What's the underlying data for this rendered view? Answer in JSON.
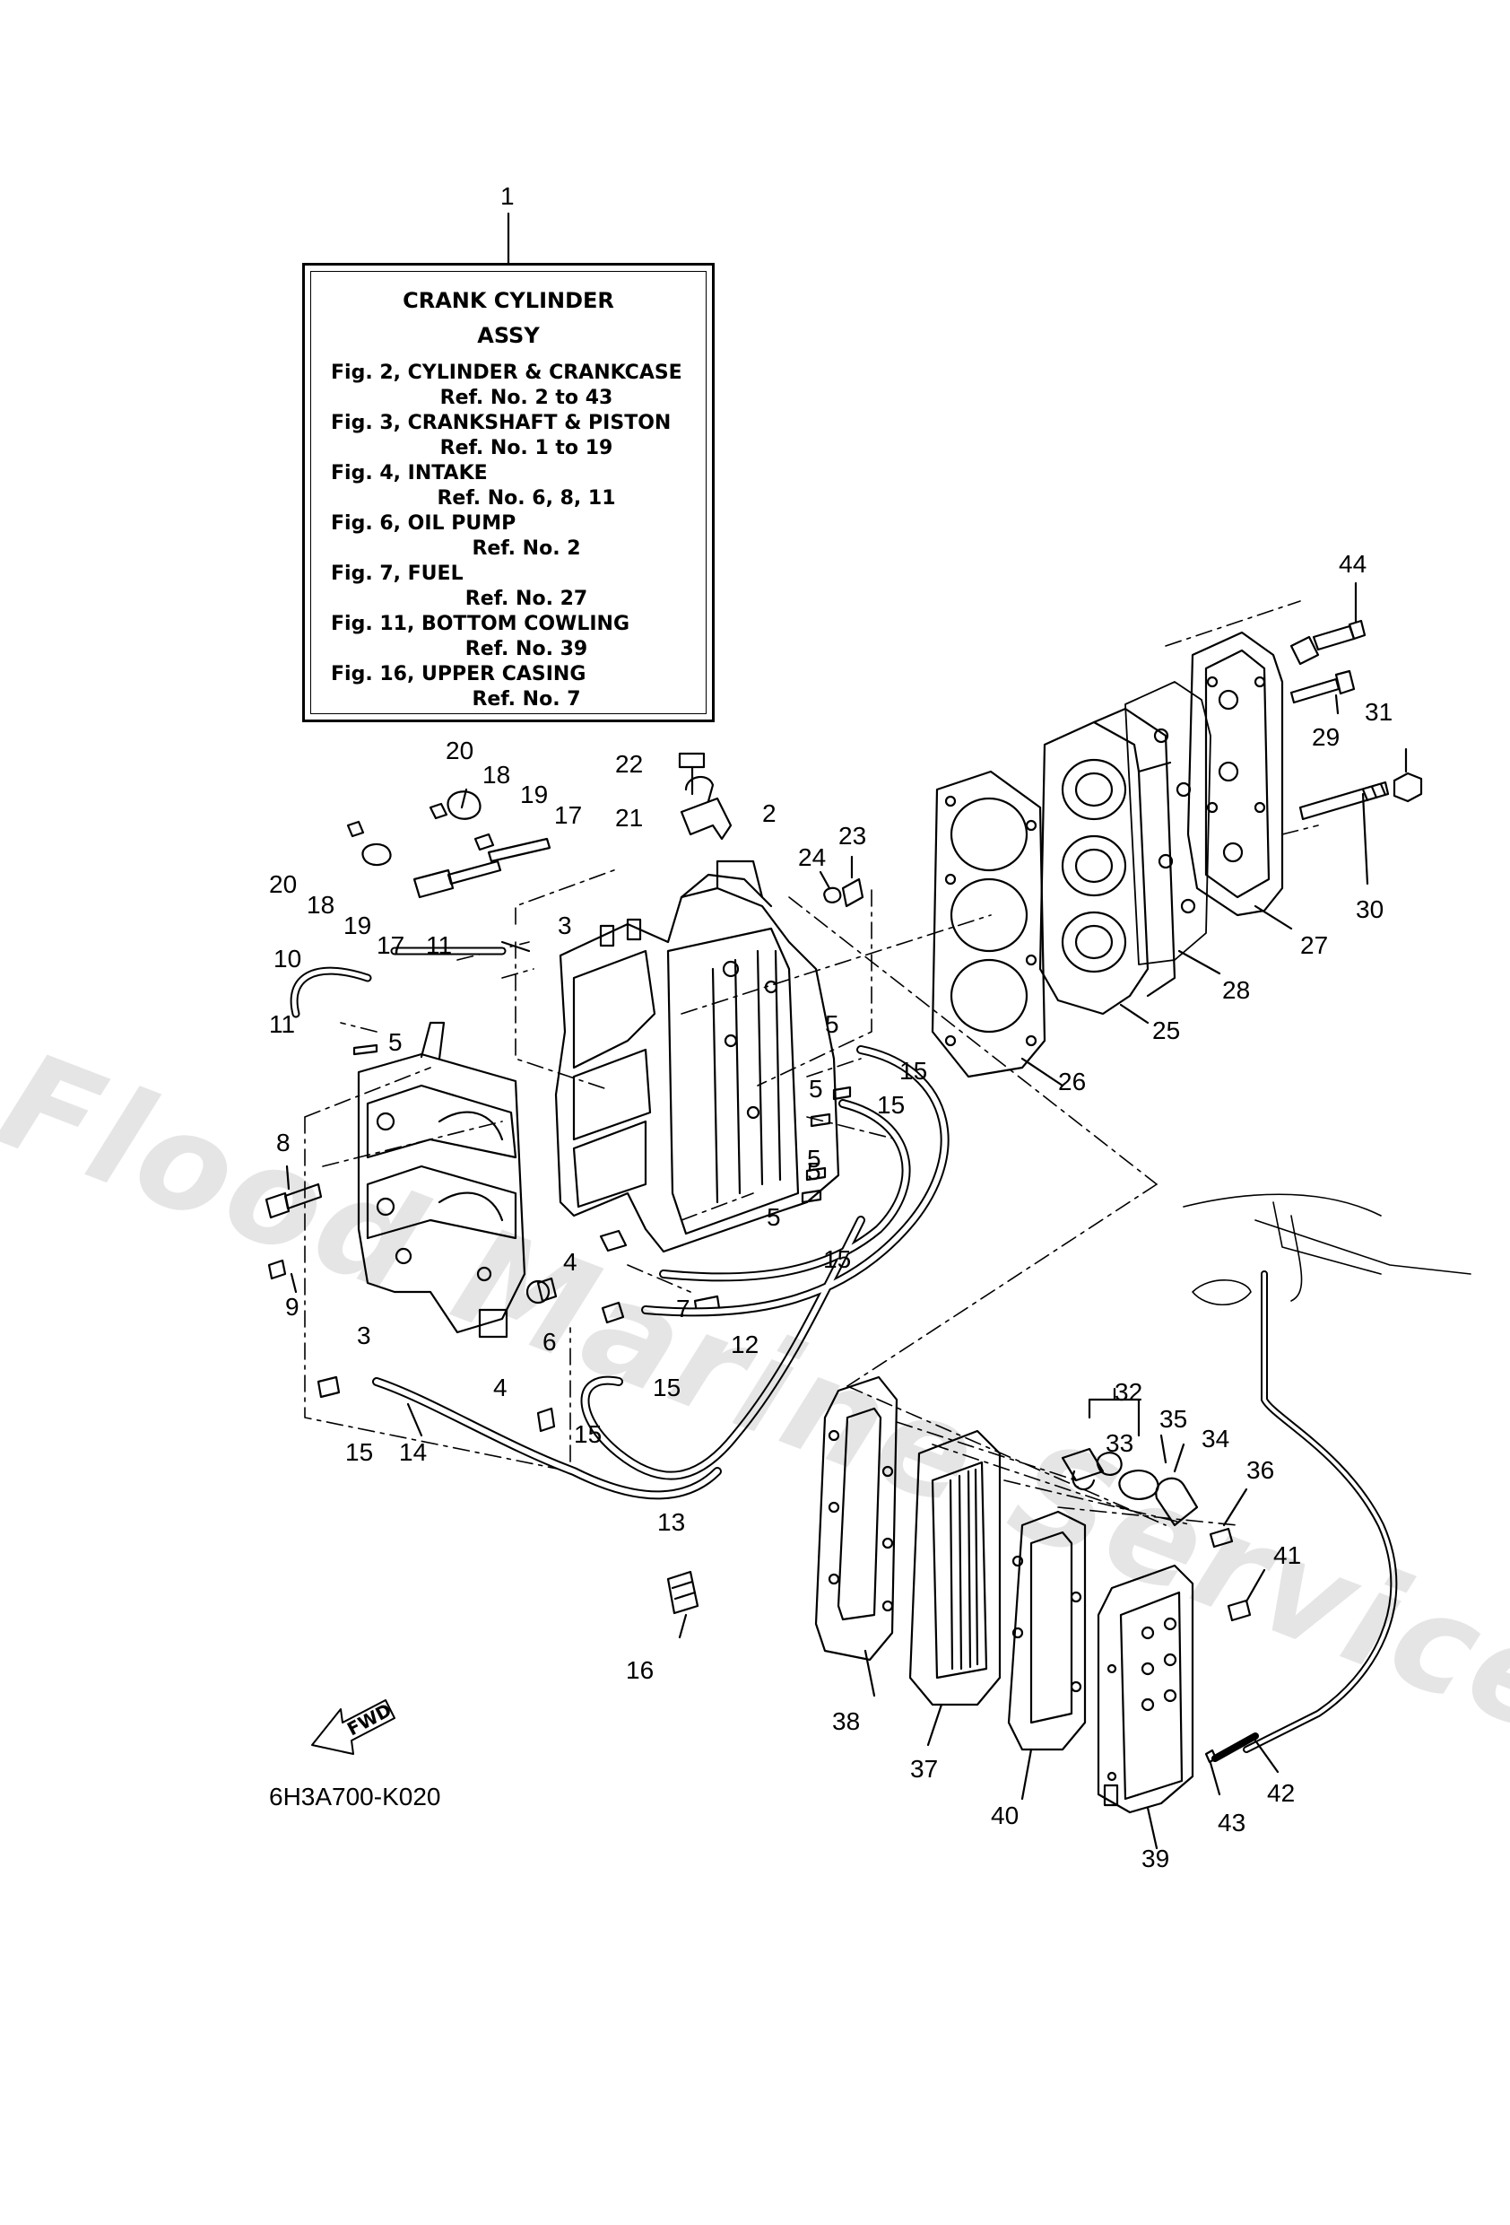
{
  "watermark": "Flood Marine Services",
  "info_box": {
    "title_line1": "CRANK  CYLINDER",
    "title_line2": "ASSY",
    "entries": [
      {
        "fig": "Fig. 2, CYLINDER & CRANKCASE",
        "ref": "Ref. No. 2 to 43"
      },
      {
        "fig": "Fig. 3, CRANKSHAFT & PISTON",
        "ref": "Ref. No. 1 to 19"
      },
      {
        "fig": "Fig. 4, INTAKE",
        "ref": "Ref. No. 6, 8, 11"
      },
      {
        "fig": "Fig. 6, OIL PUMP",
        "ref": "Ref. No. 2"
      },
      {
        "fig": "Fig. 7, FUEL",
        "ref": "Ref. No. 27"
      },
      {
        "fig": "Fig. 11, BOTTOM COWLING",
        "ref": "Ref. No. 39"
      },
      {
        "fig": "Fig. 16, UPPER CASING",
        "ref": "Ref. No. 7"
      }
    ]
  },
  "callouts": [
    "1",
    "20",
    "18",
    "19",
    "17",
    "20",
    "18",
    "19",
    "17",
    "22",
    "21",
    "2",
    "24",
    "23",
    "3",
    "11",
    "10",
    "11",
    "5",
    "5",
    "5",
    "5",
    "5",
    "5",
    "15",
    "15",
    "15",
    "8",
    "9",
    "4",
    "7",
    "6",
    "3",
    "12",
    "15",
    "4",
    "15",
    "15",
    "14",
    "13",
    "16",
    "44",
    "29",
    "31",
    "30",
    "27",
    "28",
    "25",
    "26",
    "32",
    "33",
    "35",
    "34",
    "36",
    "41",
    "38",
    "37",
    "40",
    "39",
    "43",
    "42"
  ],
  "fwd_label": "FWD",
  "diagram_code": "6H3A700-K020"
}
